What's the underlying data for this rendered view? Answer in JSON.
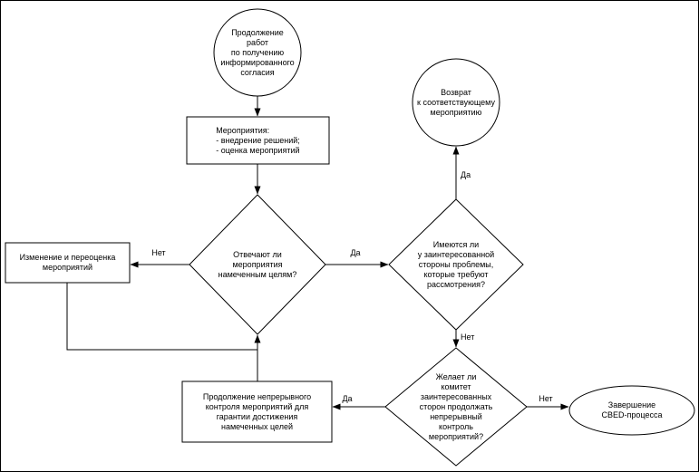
{
  "diagram": {
    "title": "CBED process flowchart",
    "colors": {
      "stroke": "#000000",
      "background": "#ffffff"
    },
    "nodes": {
      "start": {
        "type": "terminator-circle",
        "label": "Продолжение\nработ\nпо получению\nинформированного\nсогласия"
      },
      "activities": {
        "type": "process-rect",
        "label": "Мероприятия:\n- внедрение решений;\n- оценка мероприятий"
      },
      "decision_goals": {
        "type": "decision-diamond",
        "label": "Отвечают ли\nмероприятия\nнамеченным целям?"
      },
      "change": {
        "type": "process-rect",
        "label": "Изменение и переоценка\nмероприятий"
      },
      "return": {
        "type": "terminator-circle",
        "label": "Возврат\nк соответствующему\nмероприятию"
      },
      "decision_problems": {
        "type": "decision-diamond",
        "label": "Имеются ли\nу заинтересованной\nстороны проблемы,\nкоторые требуют\nрассмотрения?"
      },
      "decision_continue": {
        "type": "decision-diamond",
        "label": "Желает ли\nкомитет\nзаинтересованных\nсторон продолжать\nнепрерывный\nконтроль\nмероприятий?"
      },
      "control": {
        "type": "process-rect",
        "label": "Продолжение непрерывного\nконтроля мероприятий для\nгарантии достижения\nнамеченных целей"
      },
      "end": {
        "type": "terminator-ellipse",
        "label": "Завершение\nCBED-процесса"
      }
    },
    "edge_labels": {
      "no1": "Нет",
      "yes1": "Да",
      "yes2": "Да",
      "no2": "Нет",
      "yes3": "Да",
      "no3": "Нет"
    }
  }
}
